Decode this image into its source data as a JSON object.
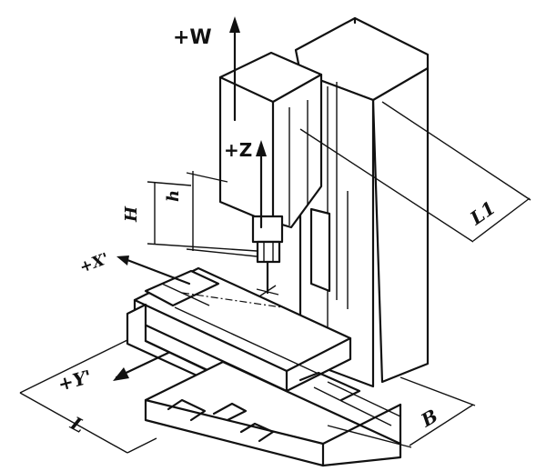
{
  "labels": {
    "w_axis": "+W",
    "z_axis": "+Z",
    "x_axis": "+X'",
    "y_axis": "+Y'",
    "dim_h_upper": "h",
    "dim_h_main": "H",
    "dim_l1": "L1",
    "dim_l": "L",
    "dim_b": "B"
  }
}
